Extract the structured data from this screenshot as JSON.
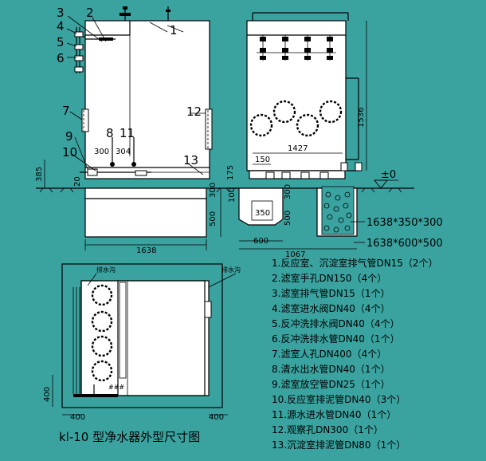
{
  "title": "kl-10 型净水器外型尺寸图",
  "callouts": [
    "1",
    "2",
    "3",
    "4",
    "5",
    "6",
    "7",
    "8",
    "9",
    "10",
    "11",
    "12",
    "13"
  ],
  "front_view": {
    "dims": {
      "d300": "300",
      "d304": "304",
      "d385": "385",
      "d20": "20",
      "d300b": "300",
      "d500": "500",
      "d1638": "1638"
    }
  },
  "side_view": {
    "dims": {
      "d1427": "1427",
      "d1536": "1536",
      "d150": "150",
      "d175": "175",
      "d100": "100",
      "d300": "300",
      "d350": "350",
      "d500": "500",
      "d600": "600",
      "d1067": "1067"
    },
    "level": "±0",
    "foundation_a": "1638*350*300",
    "foundation_b": "1638*600*500"
  },
  "plan_view": {
    "label_left": "排水沟",
    "label_right": "排水沟",
    "dims": {
      "d400_side": "400",
      "d400_left": "400",
      "d400_right": "400"
    }
  },
  "legend": [
    "1.反应室、沉淀室排气管DN15（2个）",
    "2.滤室手孔DN150（4个）",
    "3.滤室排气管DN15（1个）",
    "4.滤室进水阀DN40（4个）",
    "5.反冲洗排水阀DN40（4个）",
    "6.反冲洗排水管DN40（1个）",
    "7.滤室人孔DN400（4个）",
    "8.清水出水管DN40（1个）",
    "9.滤室放空管DN25（1个）",
    "10.反应室排泥管DN40（3个）",
    "11.源水进水管DN40（1个）",
    "12.观察孔DN300（1个）",
    "13.沉淀室排泥管DN80（1个）"
  ]
}
